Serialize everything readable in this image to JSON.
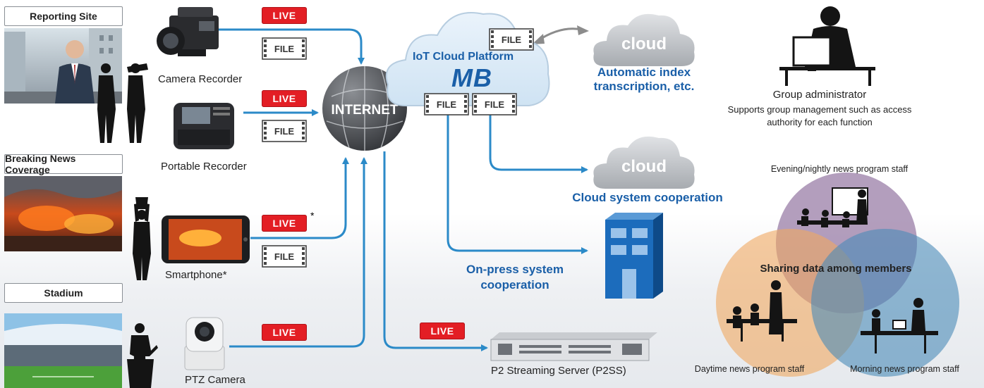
{
  "sources": {
    "reporting_site": "Reporting Site",
    "breaking_news": "Breaking News Coverage",
    "stadium": "Stadium"
  },
  "devices": {
    "camera_recorder": "Camera Recorder",
    "portable_recorder": "Portable Recorder",
    "smartphone": "Smartphone*",
    "ptz_camera": "PTZ Camera"
  },
  "badges": {
    "live": "LIVE",
    "file": "FILE",
    "asterisk": "*"
  },
  "hub": {
    "internet": "INTERNET",
    "platform_title": "IoT Cloud Platform",
    "platform_logo": "MB"
  },
  "destinations": {
    "cloud_word": "cloud",
    "auto_index": "Automatic index transcription, etc.",
    "cloud_coop": "Cloud system cooperation",
    "onpress_coop": "On-press system cooperation",
    "p2ss": "P2 Streaming Server (P2SS)"
  },
  "admin": {
    "title": "Group administrator",
    "desc": "Supports group management such as access authority for each function"
  },
  "venn": {
    "evening": "Evening/nightly news program staff",
    "sharing": "Sharing data among members",
    "daytime": "Daytime news program staff",
    "morning": "Morning news program staff"
  },
  "colors": {
    "arrow": "#2b8ac8",
    "live_red": "#e31e24",
    "title_blue": "#1a5fa8",
    "venn_purple": "#8a6a9a",
    "venn_orange": "#f0a860",
    "venn_blue": "#4a8ab8"
  }
}
